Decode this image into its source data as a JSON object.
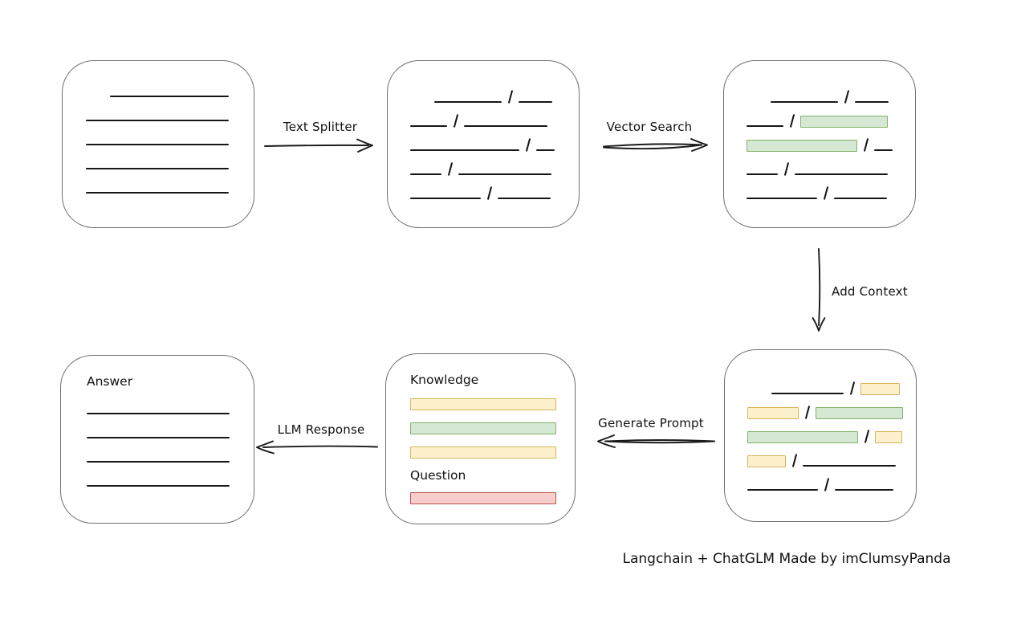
{
  "caption": "Langchain + ChatGLM Made by imClumsyPanda",
  "arrow_labels": {
    "text_splitter": "Text Splitter",
    "vector_search": "Vector Search",
    "add_context": "Add Context",
    "generate_prompt": "Generate Prompt",
    "llm_response": "LLM Response"
  },
  "colors": {
    "green_fill": "#d5e8d4",
    "green_stroke": "#82b366",
    "yellow_fill": "#fdf1cd",
    "yellow_stroke": "#d8b45b",
    "red_fill": "#f8cecc",
    "red_stroke": "#b85450",
    "box_stroke": "#6f6f6f",
    "line_color": "#161616"
  },
  "boxes": {
    "document": {
      "rows": [
        {
          "indent": 30,
          "segments": [
            {
              "t": "line",
              "w": 148
            }
          ]
        },
        {
          "segments": [
            {
              "t": "line",
              "w": 178
            }
          ]
        },
        {
          "segments": [
            {
              "t": "line",
              "w": 178
            }
          ]
        },
        {
          "segments": [
            {
              "t": "line",
              "w": 178
            }
          ]
        },
        {
          "segments": [
            {
              "t": "line",
              "w": 178
            }
          ]
        }
      ]
    },
    "split": {
      "rows": [
        {
          "indent": 30,
          "segments": [
            {
              "t": "line",
              "w": 84
            },
            {
              "t": "slash"
            },
            {
              "t": "line",
              "w": 42
            }
          ]
        },
        {
          "segments": [
            {
              "t": "line",
              "w": 46
            },
            {
              "t": "slash"
            },
            {
              "t": "line",
              "w": 104
            }
          ]
        },
        {
          "segments": [
            {
              "t": "line",
              "w": 136
            },
            {
              "t": "slash"
            },
            {
              "t": "line",
              "w": 23
            }
          ]
        },
        {
          "segments": [
            {
              "t": "line",
              "w": 39
            },
            {
              "t": "slash"
            },
            {
              "t": "line",
              "w": 116
            }
          ]
        },
        {
          "segments": [
            {
              "t": "line",
              "w": 88
            },
            {
              "t": "slash"
            },
            {
              "t": "line",
              "w": 66
            }
          ]
        }
      ]
    },
    "vector": {
      "rows": [
        {
          "indent": 30,
          "segments": [
            {
              "t": "line",
              "w": 84
            },
            {
              "t": "slash"
            },
            {
              "t": "line",
              "w": 42
            }
          ]
        },
        {
          "segments": [
            {
              "t": "line",
              "w": 46
            },
            {
              "t": "slash"
            },
            {
              "t": "green",
              "w": 107
            }
          ]
        },
        {
          "segments": [
            {
              "t": "green",
              "w": 136
            },
            {
              "t": "slash"
            },
            {
              "t": "line",
              "w": 23
            }
          ]
        },
        {
          "segments": [
            {
              "t": "line",
              "w": 39
            },
            {
              "t": "slash"
            },
            {
              "t": "line",
              "w": 116
            }
          ]
        },
        {
          "segments": [
            {
              "t": "line",
              "w": 88
            },
            {
              "t": "slash"
            },
            {
              "t": "line",
              "w": 66
            }
          ]
        }
      ]
    },
    "context": {
      "rows": [
        {
          "indent": 30,
          "segments": [
            {
              "t": "line",
              "w": 90
            },
            {
              "t": "slash"
            },
            {
              "t": "yellow",
              "w": 47
            }
          ]
        },
        {
          "segments": [
            {
              "t": "yellow",
              "w": 62
            },
            {
              "t": "slash"
            },
            {
              "t": "green",
              "w": 107
            }
          ]
        },
        {
          "segments": [
            {
              "t": "green",
              "w": 136
            },
            {
              "t": "slash"
            },
            {
              "t": "yellow",
              "w": 32
            }
          ]
        },
        {
          "segments": [
            {
              "t": "yellow",
              "w": 46
            },
            {
              "t": "slash"
            },
            {
              "t": "line",
              "w": 116
            }
          ]
        },
        {
          "segments": [
            {
              "t": "line",
              "w": 88
            },
            {
              "t": "slash"
            },
            {
              "t": "line",
              "w": 73
            }
          ]
        }
      ]
    },
    "prompt": {
      "knowledge_label": "Knowledge",
      "question_label": "Question",
      "knowledge_rows": [
        {
          "segments": [
            {
              "t": "yellow",
              "w": 180
            }
          ]
        },
        {
          "segments": [
            {
              "t": "green",
              "w": 180
            }
          ]
        },
        {
          "segments": [
            {
              "t": "yellow",
              "w": 180
            }
          ]
        }
      ],
      "question_rows": [
        {
          "segments": [
            {
              "t": "red",
              "w": 180
            }
          ]
        }
      ]
    },
    "answer": {
      "label": "Answer",
      "rows": [
        {
          "segments": [
            {
              "t": "line",
              "w": 178
            }
          ]
        },
        {
          "segments": [
            {
              "t": "line",
              "w": 178
            }
          ]
        },
        {
          "segments": [
            {
              "t": "line",
              "w": 178
            }
          ]
        },
        {
          "segments": [
            {
              "t": "line",
              "w": 178
            }
          ]
        }
      ]
    }
  }
}
